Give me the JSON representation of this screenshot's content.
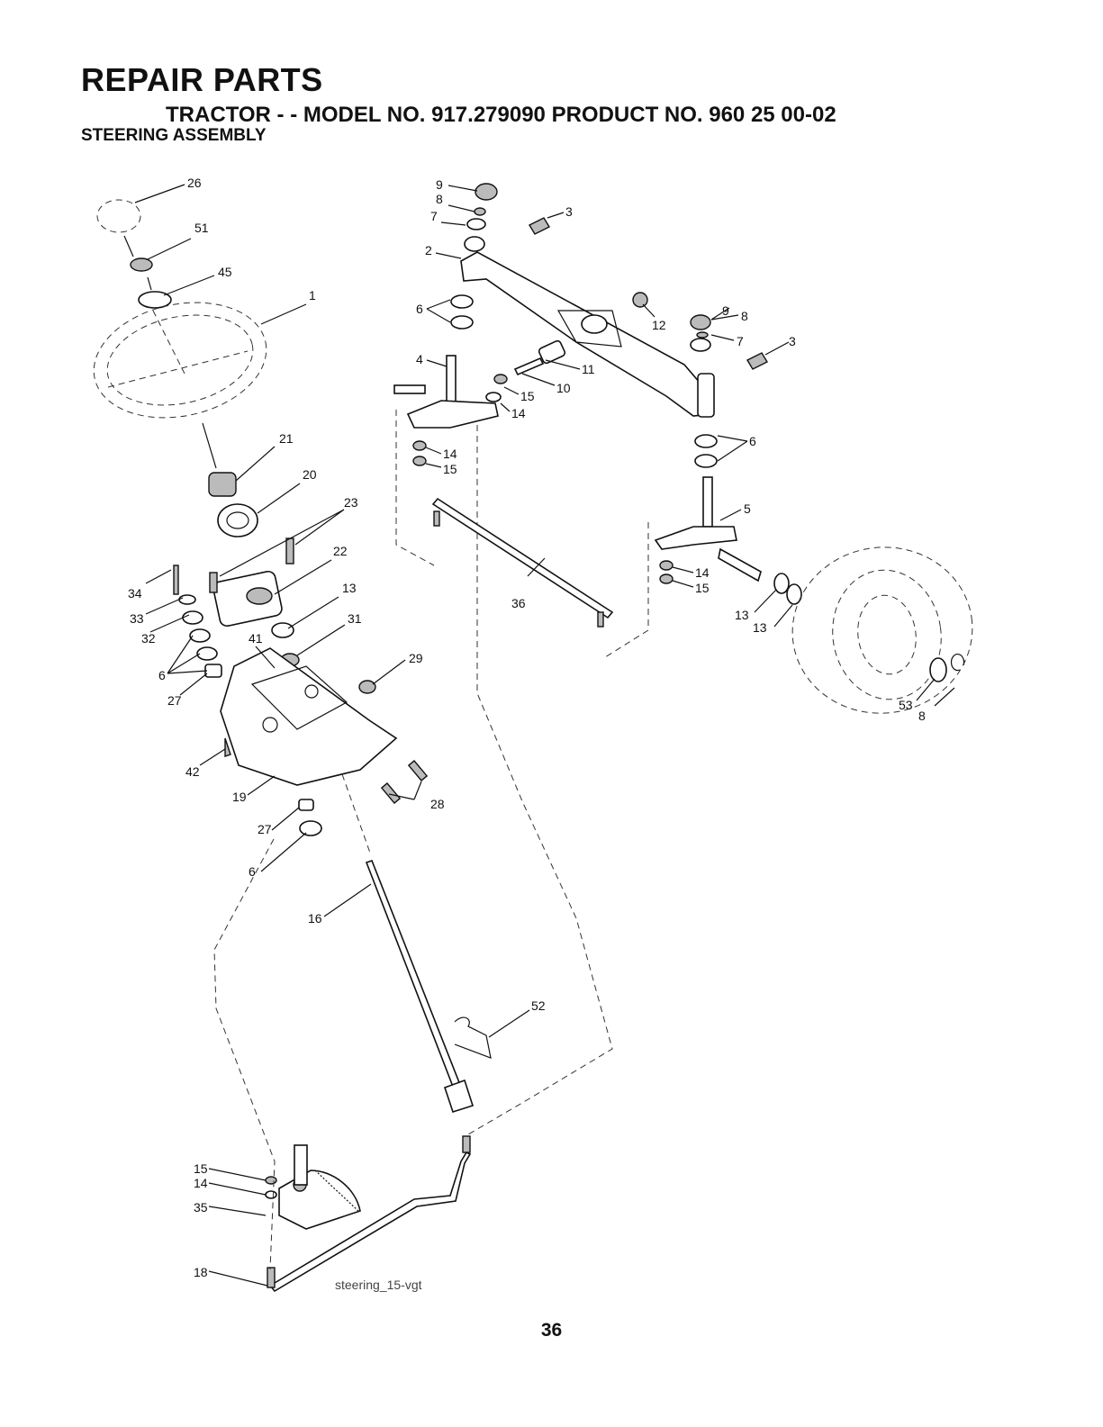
{
  "header": {
    "title": "REPAIR PARTS",
    "model_line": "TRACTOR - - MODEL NO. 917.279090 PRODUCT NO. 960 25 00-02",
    "section": "STEERING ASSEMBLY"
  },
  "diagram": {
    "caption": "steering_15-vgt",
    "callouts": [
      "26",
      "51",
      "45",
      "1",
      "21",
      "20",
      "23",
      "22",
      "34",
      "33",
      "32",
      "13",
      "31",
      "41",
      "29",
      "6",
      "27",
      "42",
      "19",
      "28",
      "27",
      "6",
      "16",
      "52",
      "15",
      "14",
      "35",
      "18",
      "9",
      "8",
      "7",
      "3",
      "2",
      "6",
      "12",
      "9",
      "8",
      "7",
      "3",
      "4",
      "11",
      "10",
      "15",
      "14",
      "14",
      "15",
      "6",
      "5",
      "36",
      "14",
      "15",
      "13",
      "13",
      "53",
      "8"
    ]
  },
  "footer": {
    "page_number": "36"
  }
}
